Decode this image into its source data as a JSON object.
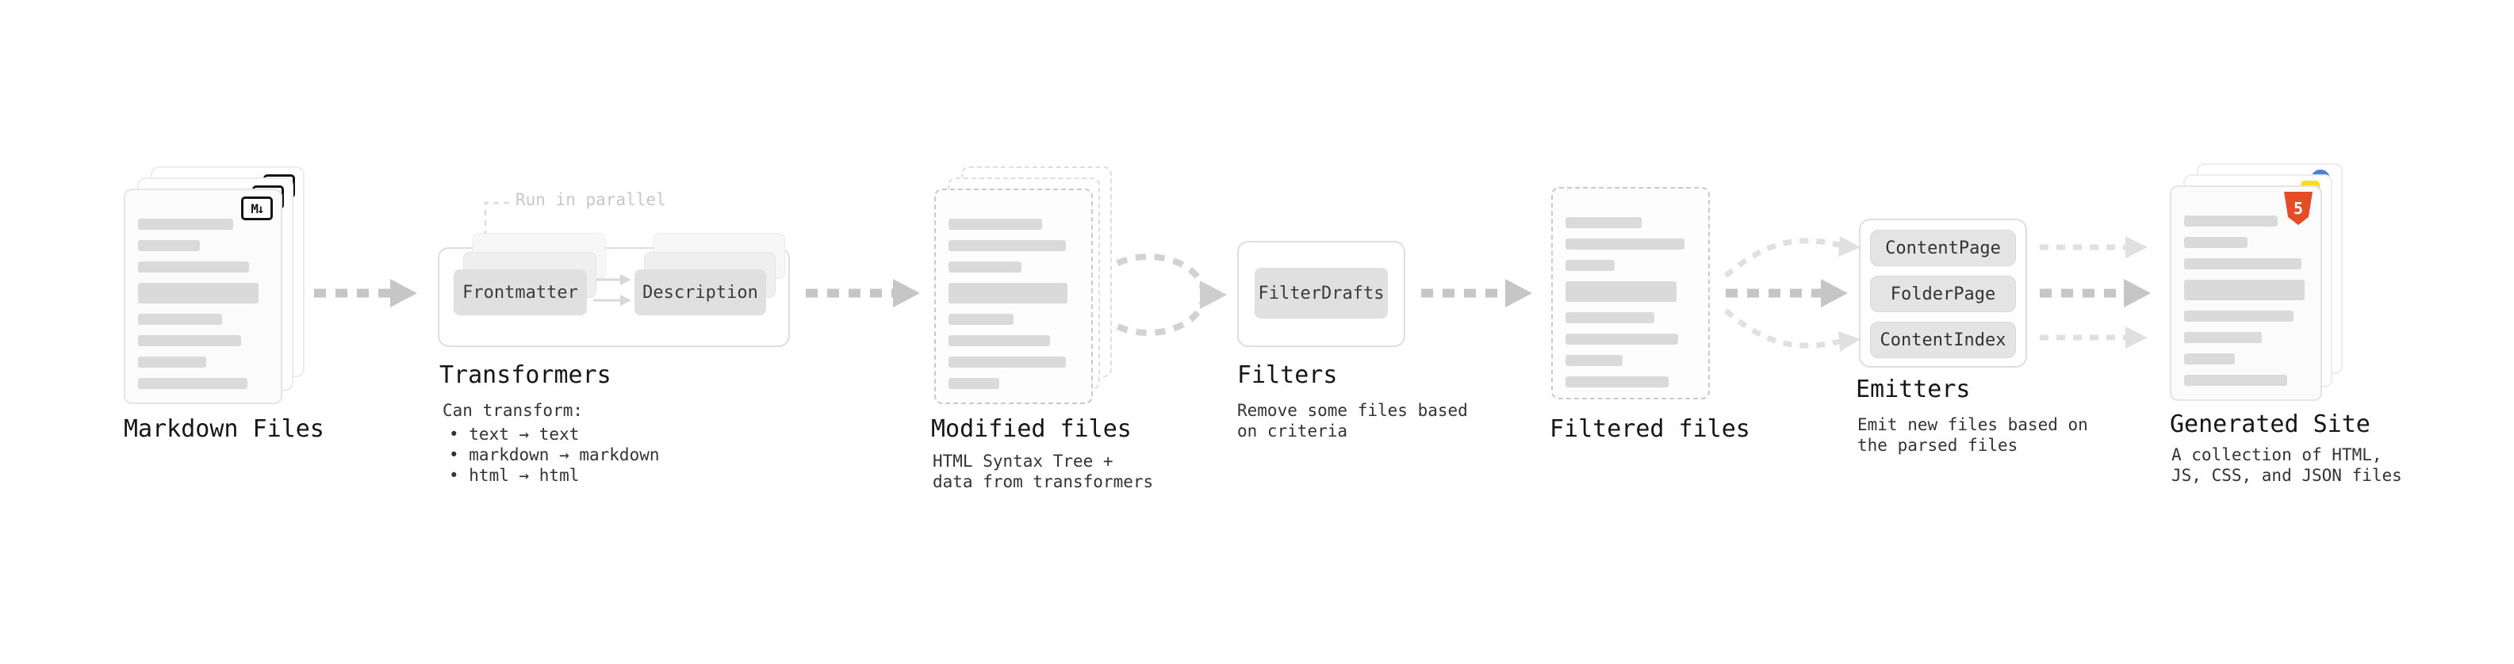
{
  "diagram": {
    "markdown_files": {
      "label": "Markdown Files",
      "badge": "M↓"
    },
    "transformers": {
      "label": "Transformers",
      "callout": "Run in parallel",
      "box1": "Frontmatter",
      "box2": "Description",
      "desc_title": "Can transform:",
      "desc_items": [
        "• text → text",
        "• markdown → markdown",
        "• html → html"
      ]
    },
    "modified_files": {
      "label": "Modified files",
      "desc_line1": "HTML Syntax Tree +",
      "desc_line2": "data from transformers"
    },
    "filters": {
      "label": "Filters",
      "box1": "FilterDrafts",
      "desc_line1": "Remove some files based",
      "desc_line2": "on criteria"
    },
    "filtered_files": {
      "label": "Filtered files"
    },
    "emitters": {
      "label": "Emitters",
      "box1": "ContentPage",
      "box2": "FolderPage",
      "box3": "ContentIndex",
      "desc_line1": "Emit new files based on",
      "desc_line2": "the parsed files"
    },
    "generated_site": {
      "label": "Generated Site",
      "badge": "5",
      "desc_line1": "A collection of HTML,",
      "desc_line2": "JS, CSS, and JSON files"
    },
    "colors": {
      "arrow": "#c6c6c6",
      "arrow_light": "#e0e0e0",
      "placeholder_bar": "#dadada",
      "html_badge": "#e44d26",
      "js_badge": "#f7df1e",
      "json_badge": "#4a7fe0"
    }
  }
}
